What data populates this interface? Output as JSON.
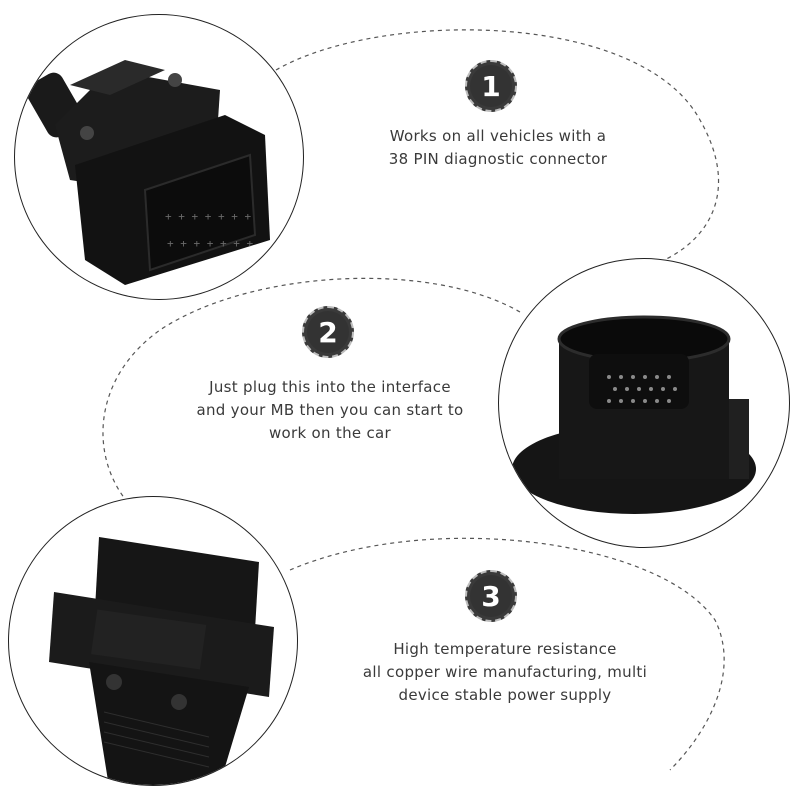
{
  "features": [
    {
      "number": "1",
      "lines": [
        "Works on all vehicles with a",
        "38 PIN diagnostic connector"
      ],
      "image_icon": "obd2-female-connector-icon"
    },
    {
      "number": "2",
      "lines": [
        "Just plug this into the interface",
        "and your MB then you can start to",
        "work on the car"
      ],
      "image_icon": "round-38-pin-connector-icon"
    },
    {
      "number": "3",
      "lines": [
        "High temperature resistance",
        "all copper wire manufacturing, multi",
        "device stable power supply"
      ],
      "image_icon": "obd2-cable-connector-icon"
    }
  ],
  "colors": {
    "badge": "#333333",
    "text": "#3a3a3a",
    "connector": "#151515",
    "dashed_line": "#555555"
  }
}
